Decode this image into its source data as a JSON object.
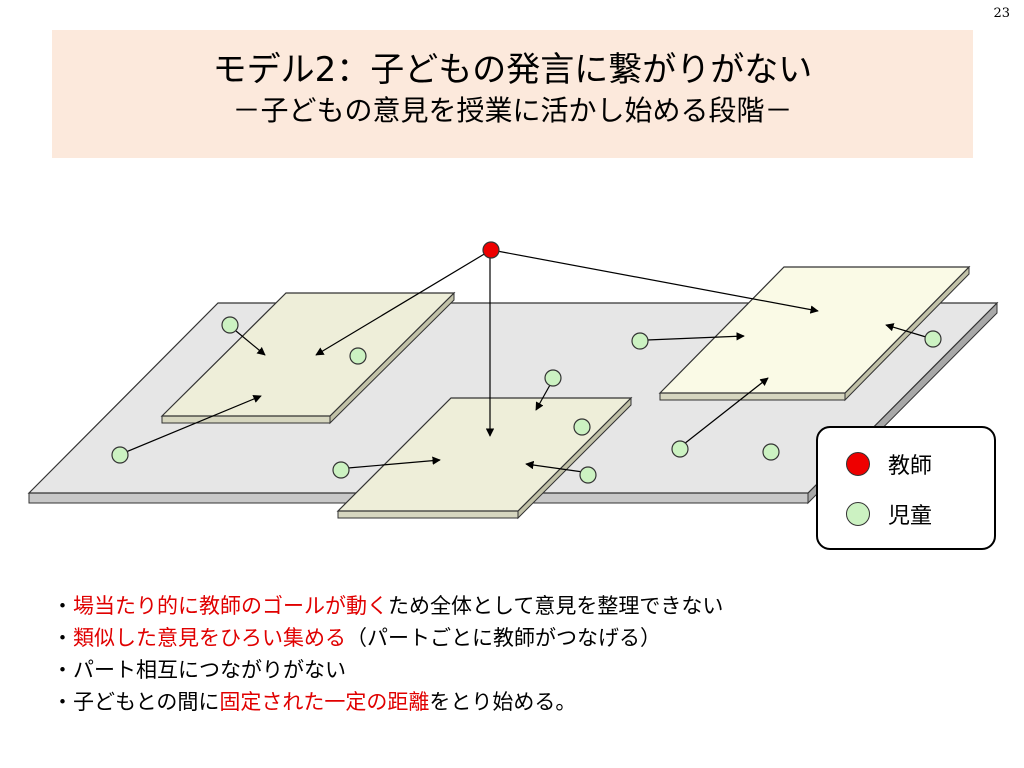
{
  "page_number": "23",
  "title": {
    "main": "モデル2：子どもの発言に繋がりがない",
    "sub": "－子どもの意見を授業に活かし始める段階－"
  },
  "legend": {
    "teacher_label": "教師",
    "child_label": "児童",
    "teacher_color": "#ee0000",
    "child_color": "#ccf2c2"
  },
  "bullets": [
    {
      "marker": "・",
      "red": "場当たり的に教師のゴールが動く",
      "rest": "ため全体として意見を整理できない"
    },
    {
      "marker": "・",
      "red": "類似した意見をひろい集める",
      "rest": "（パートごとに教師がつなげる）"
    },
    {
      "marker": "・",
      "pre": "パート相互につながりがない"
    },
    {
      "marker": "・",
      "pre": "子どもとの間に",
      "red": "固定された一定の距離",
      "rest": "をとり始める。"
    }
  ]
}
